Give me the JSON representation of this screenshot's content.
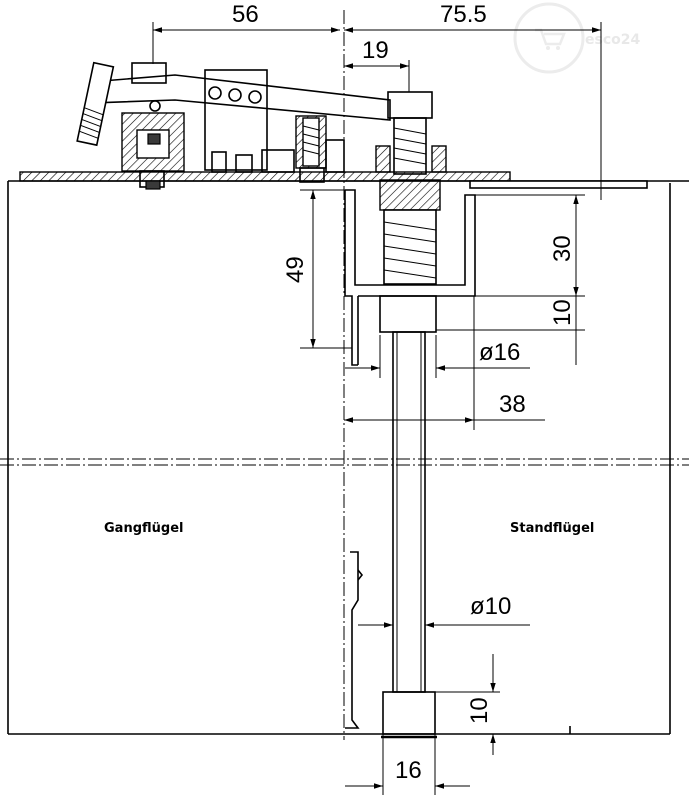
{
  "dimensions": {
    "d56": "56",
    "d75_5": "75.5",
    "d19": "19",
    "d49": "49",
    "d30": "30",
    "d10_top": "10",
    "d_phi16": "ø16",
    "d38": "38",
    "d_phi10": "ø10",
    "d10_bottom": "10",
    "d16": "16"
  },
  "labels": {
    "left_leaf": "Gangflügel",
    "right_leaf": "Standflügel"
  },
  "watermark": {
    "text": "esco24"
  }
}
